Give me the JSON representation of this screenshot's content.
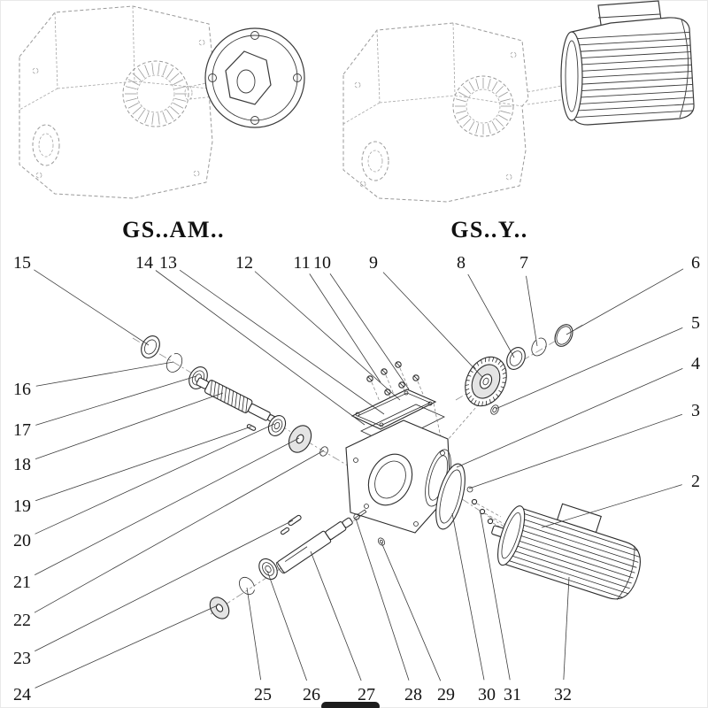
{
  "page": {
    "background": "#ffffff"
  },
  "models": {
    "left_label": "GS..AM..",
    "right_label": "GS..Y.."
  },
  "diagram": {
    "callouts": [
      "15",
      "14",
      "13",
      "12",
      "11",
      "10",
      "9",
      "8",
      "7",
      "6",
      "5",
      "4",
      "3",
      "2",
      "16",
      "17",
      "18",
      "19",
      "20",
      "21",
      "22",
      "23",
      "24",
      "25",
      "26",
      "27",
      "28",
      "29",
      "30",
      "31",
      "32"
    ]
  },
  "colors": {
    "line_art": "#3a3a3a",
    "dashed_art": "#9a9a9a",
    "callout_text": "#141414",
    "leader_line": "#3c3c3c"
  }
}
